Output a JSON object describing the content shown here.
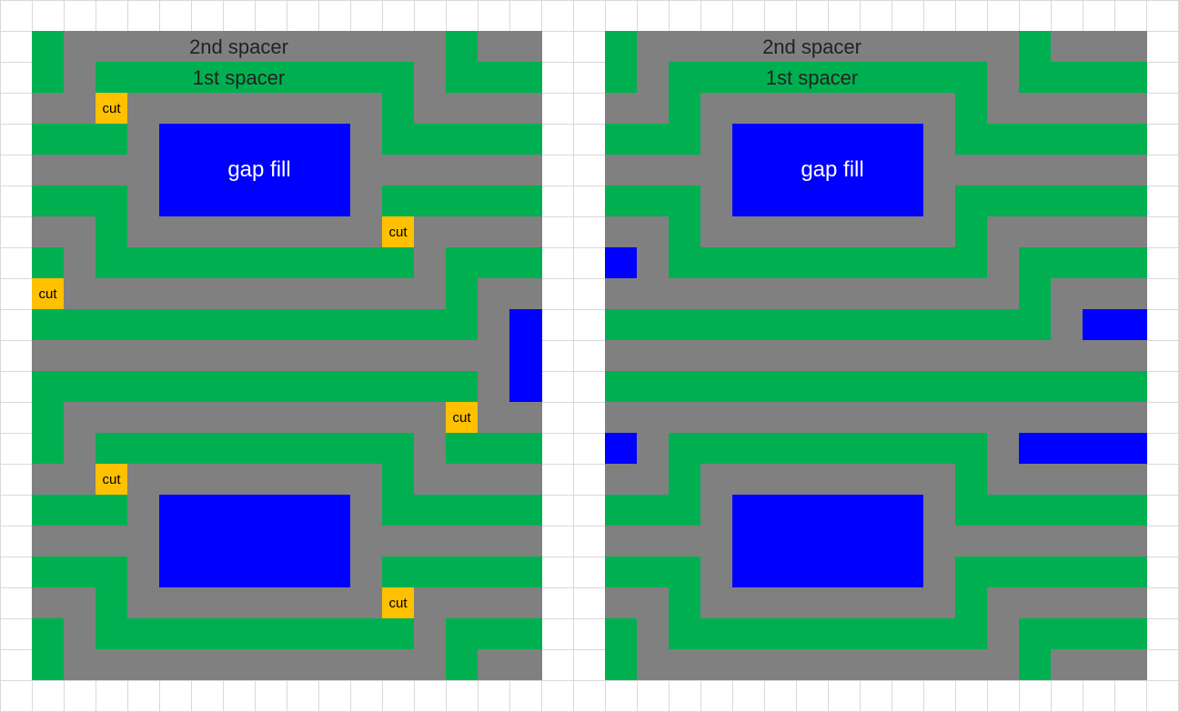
{
  "labels": {
    "second_spacer": "2nd spacer",
    "first_spacer": "1st spacer",
    "gap_fill": "gap fill",
    "cut": "cut"
  },
  "colors": {
    "spacer_gray": "#808080",
    "spacer_green": "#00b050",
    "gap_fill_blue": "#0000ff",
    "cut_orange": "#ffc000",
    "grid_line": "#d9d9d9"
  }
}
